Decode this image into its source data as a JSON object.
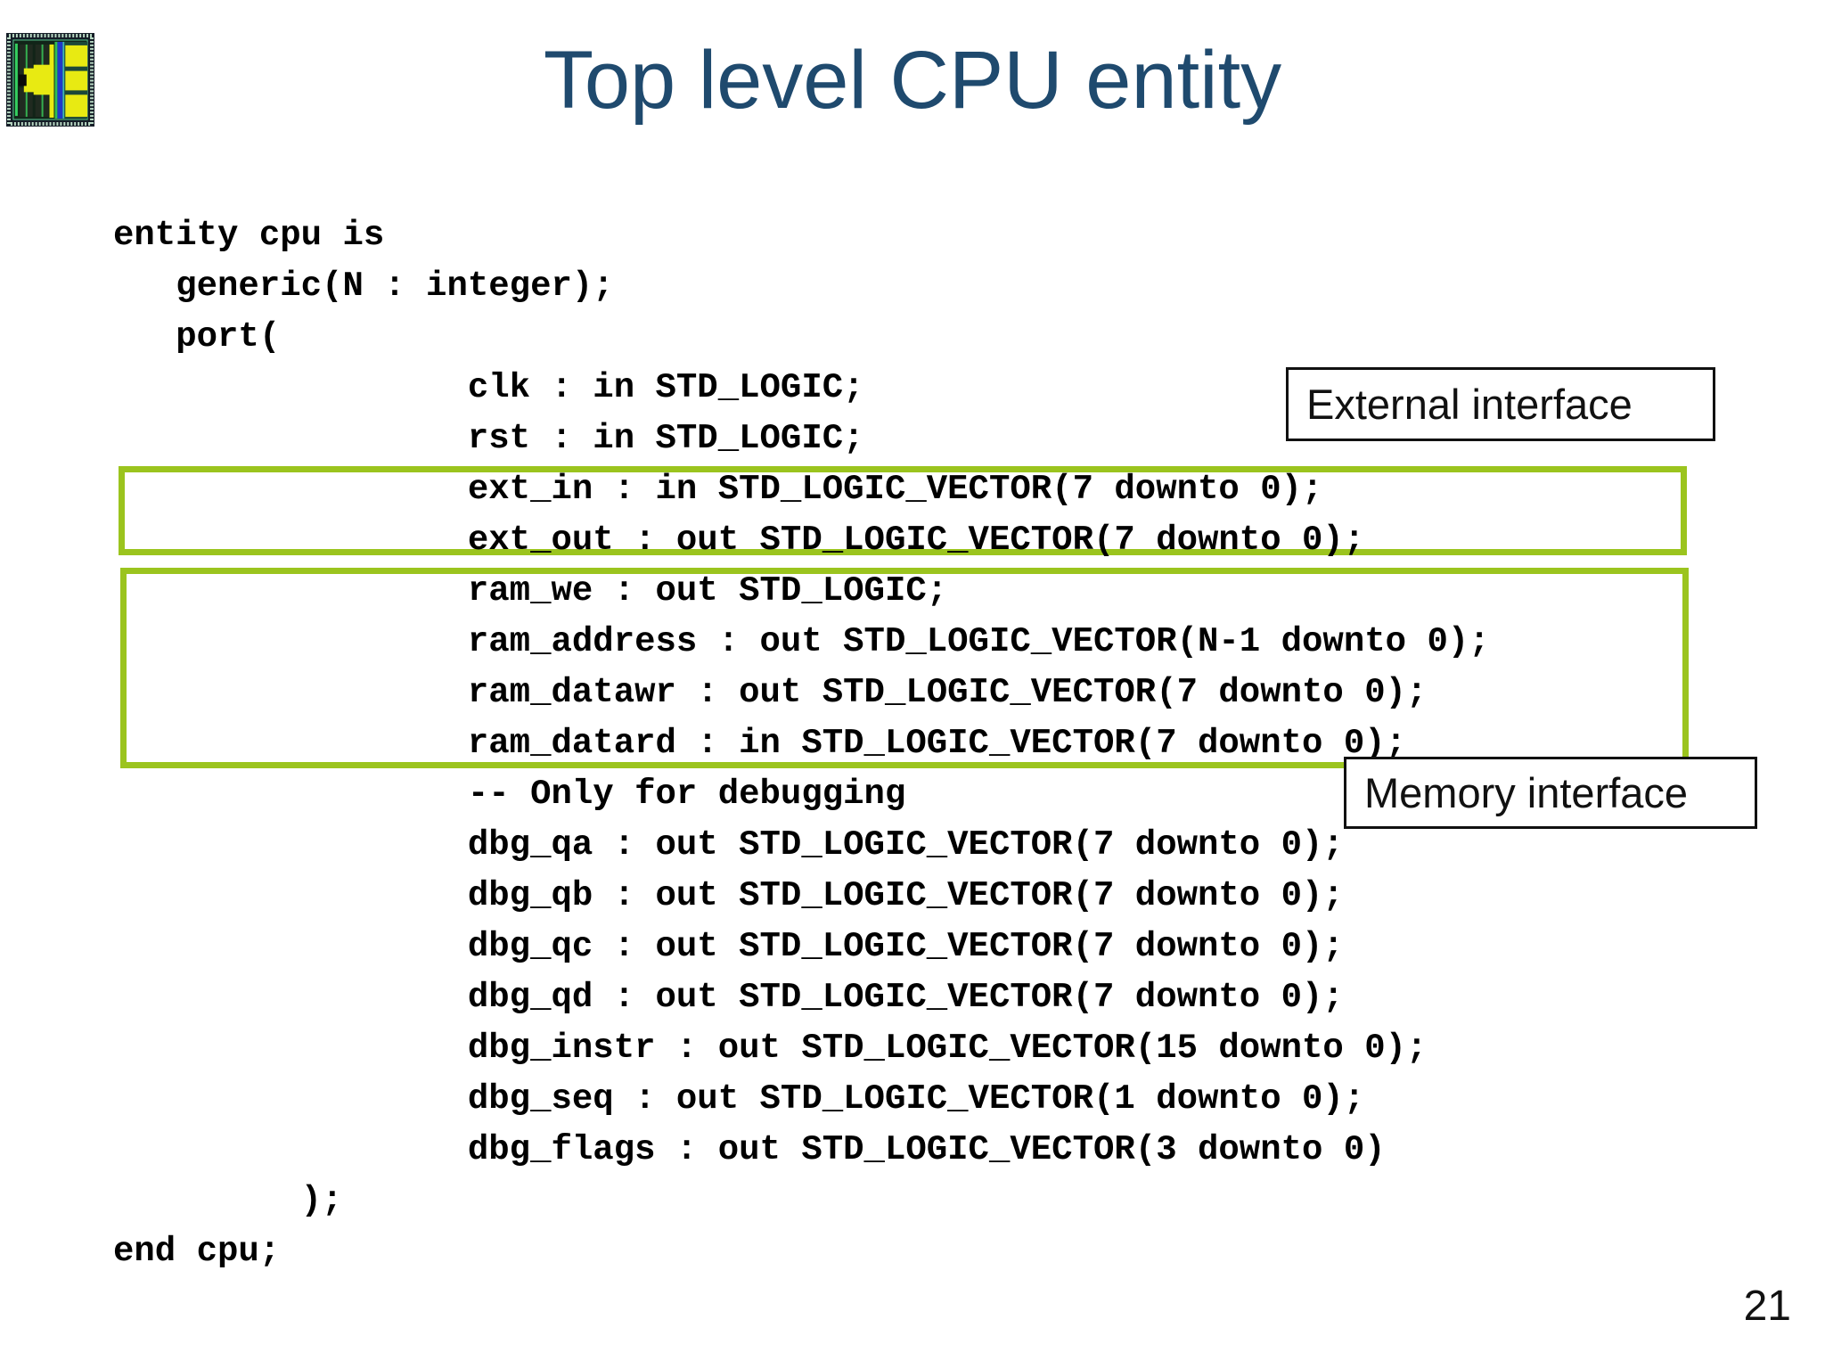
{
  "slide": {
    "title": "Top level CPU entity",
    "page_number": "21",
    "labels": {
      "external": "External interface",
      "memory": "Memory interface"
    },
    "code_lines": [
      "entity cpu is",
      "   generic(N : integer);",
      "   port(",
      "                 clk : in STD_LOGIC;",
      "                 rst : in STD_LOGIC;",
      "                 ext_in : in STD_LOGIC_VECTOR(7 downto 0);",
      "                 ext_out : out STD_LOGIC_VECTOR(7 downto 0);",
      "                 ram_we : out STD_LOGIC;",
      "                 ram_address : out STD_LOGIC_VECTOR(N-1 downto 0);",
      "                 ram_datawr : out STD_LOGIC_VECTOR(7 downto 0);",
      "                 ram_datard : in STD_LOGIC_VECTOR(7 downto 0);",
      "                 -- Only for debugging",
      "                 dbg_qa : out STD_LOGIC_VECTOR(7 downto 0);",
      "                 dbg_qb : out STD_LOGIC_VECTOR(7 downto 0);",
      "                 dbg_qc : out STD_LOGIC_VECTOR(7 downto 0);",
      "                 dbg_qd : out STD_LOGIC_VECTOR(7 downto 0);",
      "                 dbg_instr : out STD_LOGIC_VECTOR(15 downto 0);",
      "                 dbg_seq : out STD_LOGIC_VECTOR(1 downto 0);",
      "                 dbg_flags : out STD_LOGIC_VECTOR(3 downto 0)",
      "         );",
      "end cpu;"
    ],
    "colors": {
      "title_blue": "#1f4a6e",
      "highlight_green": "#9bc41e",
      "code_text": "#000000",
      "callout_border": "#111111",
      "background": "#ffffff"
    },
    "icon": "cpu-die-icon"
  }
}
